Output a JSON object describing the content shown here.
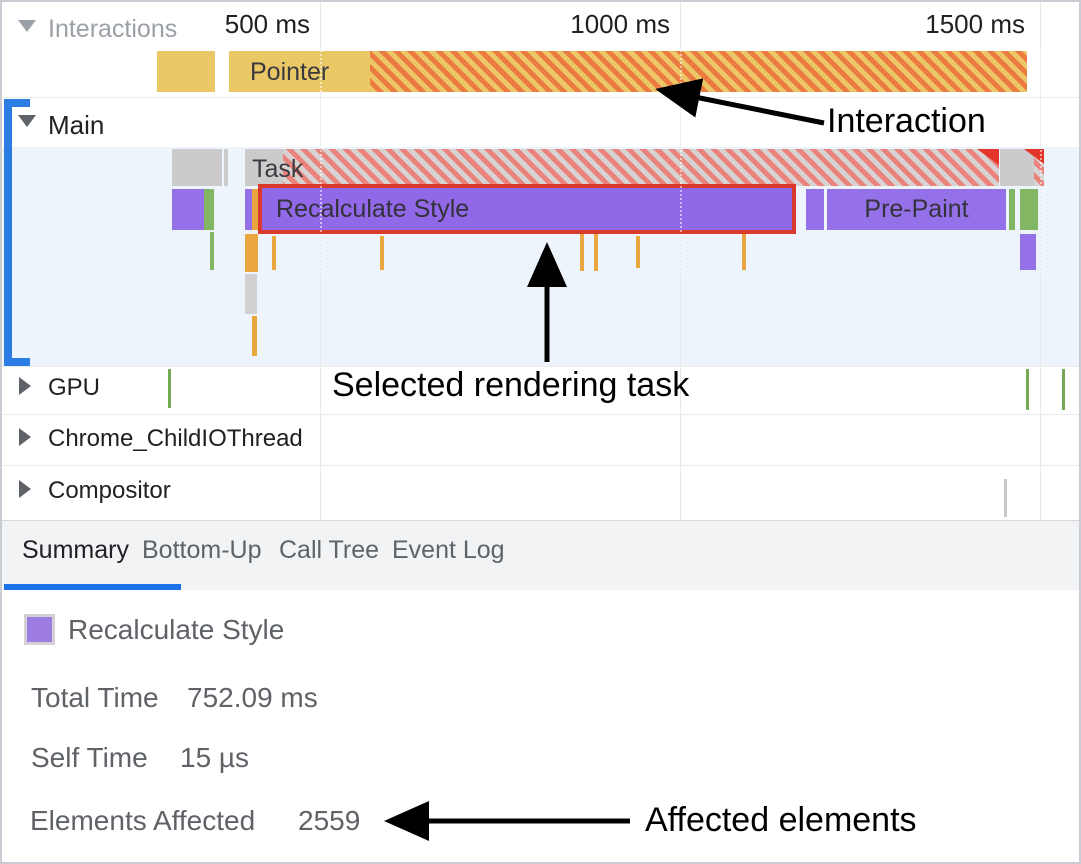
{
  "ruler": {
    "ticks": [
      "500 ms",
      "1000 ms",
      "1500 ms"
    ]
  },
  "interactions": {
    "label": "Interactions",
    "pointer": "Pointer"
  },
  "main": {
    "label": "Main",
    "task": "Task",
    "selected": "Recalculate Style",
    "prepaint": "Pre-Paint"
  },
  "threads": {
    "gpu": "GPU",
    "childio": "Chrome_ChildIOThread",
    "compositor": "Compositor"
  },
  "tabs": {
    "summary": "Summary",
    "bottom_up": "Bottom-Up",
    "call_tree": "Call Tree",
    "event_log": "Event Log"
  },
  "summary": {
    "title": "Recalculate Style",
    "total_time_label": "Total Time",
    "total_time_value": "752.09 ms",
    "self_time_label": "Self Time",
    "self_time_value": "15 µs",
    "elements_label": "Elements Affected",
    "elements_value": "2559"
  },
  "annotations": {
    "interaction": "Interaction",
    "selected_task": "Selected rendering task",
    "affected": "Affected elements"
  },
  "colors": {
    "selection_border": "#d93a2c",
    "event_purple": "#9571e9",
    "event_green": "#82b663",
    "event_yellow": "#e9c865",
    "event_orange": "#eba73f",
    "event_gray": "#cbcbcb",
    "track_selected_bg": "#eef4fb",
    "bracket_blue": "#2b7de3",
    "tab_accent": "#1a73e8",
    "stripe_orange": "#ec7b41",
    "stripe_red": "#ea837b"
  }
}
